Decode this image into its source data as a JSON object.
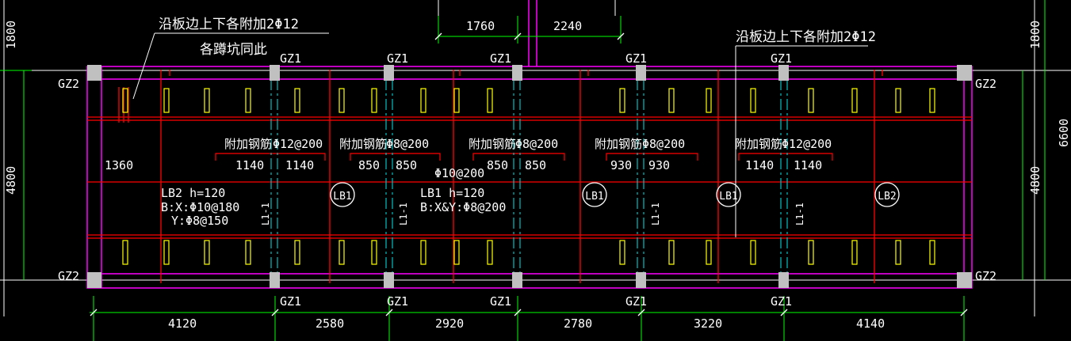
{
  "drawing": {
    "colors": {
      "background": "#000000",
      "grid": "#ffffff",
      "beam_outline": "#ff00ff",
      "rebar": "#ff0000",
      "dimension": "#00ff00",
      "column": "#c0c0c0",
      "embed": "#ffff00",
      "cyan": "#00c0c0"
    },
    "notes": {
      "left_line1": "沿板边上下各附加2Φ12",
      "left_line2": "各蹲坑同此",
      "right_line1": "沿板边上下各附加2Φ12"
    },
    "top_dims": [
      "1760",
      "2240"
    ],
    "side_dims": {
      "left_top": "1800",
      "left_mid": "4800",
      "right_top": "1800",
      "right_mid": "4800",
      "right_total": "6600"
    },
    "columns": {
      "gz1": "GZ1",
      "gz2": "GZ2"
    },
    "add_rebar": {
      "label": "附加钢筋",
      "spec_12": "Φ12@200",
      "spec_8": "Φ8@200",
      "mid_spec": "Φ10@200",
      "lengths": [
        "1360",
        "1140",
        "1140",
        "850",
        "850",
        "850",
        "850",
        "930",
        "930",
        "1140",
        "1140"
      ]
    },
    "slabs": {
      "lb1": "LB1",
      "lb2": "LB2",
      "lb2_note": [
        "LB2 h=120",
        "B:X:Φ10@180",
        "Y:Φ8@150"
      ],
      "lb1_note": [
        "LB1 h=120",
        "B:X&Y:Φ8@200"
      ]
    },
    "beam_tag": "L1-1",
    "bottom_dims": [
      "4120",
      "2580",
      "2920",
      "2780",
      "3220",
      "4140"
    ]
  }
}
